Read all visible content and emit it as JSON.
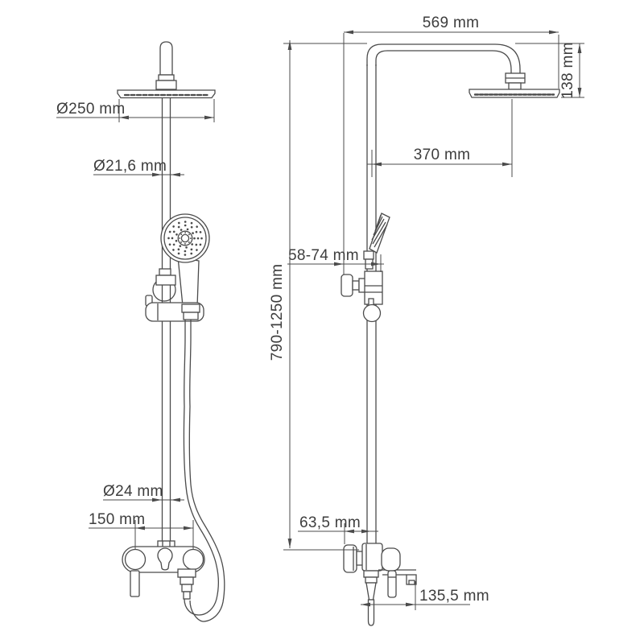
{
  "drawing": {
    "type": "technical dimension drawing",
    "subject": "shower column with rain head, hand shower and wall mixer",
    "views": [
      "front view",
      "side view"
    ]
  },
  "colors": {
    "ink": "#4b4b4b",
    "text": "#3d3d3d",
    "background": "#ffffff"
  },
  "dimensions": {
    "head_diameter": "Ø250 mm",
    "riser_diameter": "Ø21,6 mm",
    "lower_pipe_diameter": "Ø24 mm",
    "faucet_centers": "150 mm",
    "arm_reach": "569 mm",
    "head_drop": "138 mm",
    "head_offset": "370 mm",
    "wall_clearance": "58-74 mm",
    "column_height": "790-1250 mm",
    "outlet_offset": "63,5 mm",
    "bracket_depth": "135,5 mm"
  }
}
